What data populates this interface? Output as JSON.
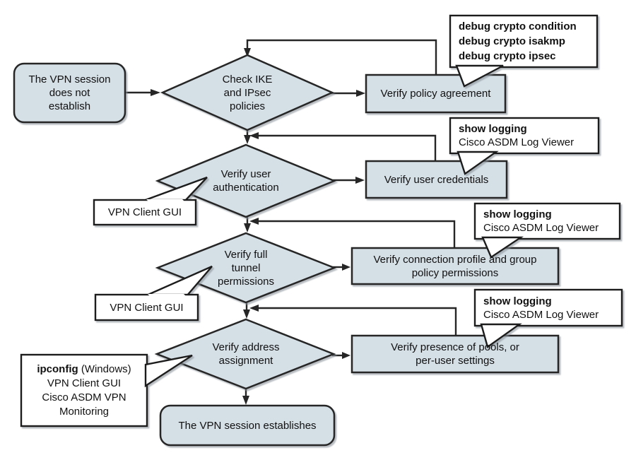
{
  "colors": {
    "shape_fill": "#d5dfe6",
    "shape_border": "#262626",
    "callout_fill": "#ffffff",
    "text": "#111111"
  },
  "start_node": {
    "lines": [
      "The VPN session",
      "does not",
      "establish"
    ]
  },
  "end_node": {
    "label": "The VPN session establishes"
  },
  "decisions": [
    {
      "lines": [
        "Check IKE",
        "and IPsec",
        "policies"
      ]
    },
    {
      "lines": [
        "Verify user",
        "authentication"
      ]
    },
    {
      "lines": [
        "Verify full",
        "tunnel",
        "permissions"
      ]
    },
    {
      "lines": [
        "Verify address",
        "assignment"
      ]
    }
  ],
  "actions": [
    {
      "lines": [
        "Verify policy agreement"
      ]
    },
    {
      "lines": [
        "Verify user credentials"
      ]
    },
    {
      "lines": [
        "Verify connection profile and group",
        "policy permissions"
      ]
    },
    {
      "lines": [
        "Verify presence of pools, or",
        "per-user settings"
      ]
    }
  ],
  "callouts": {
    "debug_crypto": {
      "lines": [
        "debug crypto condition",
        "debug crypto isakmp",
        "debug crypto ipsec"
      ]
    },
    "show_logging_1": {
      "command": "show logging",
      "tool": "Cisco ASDM Log Viewer"
    },
    "show_logging_2": {
      "command": "show logging",
      "tool": "Cisco ASDM Log Viewer"
    },
    "show_logging_3": {
      "command": "show logging",
      "tool": "Cisco ASDM Log Viewer"
    },
    "vpn_client_gui_1": {
      "label": "VPN Client GUI"
    },
    "vpn_client_gui_2": {
      "label": "VPN Client GUI"
    },
    "ipconfig": {
      "command": "ipconfig",
      "command_suffix": " (Windows)",
      "lines": [
        "VPN Client GUI",
        "Cisco ASDM VPN",
        "Monitoring"
      ]
    }
  }
}
